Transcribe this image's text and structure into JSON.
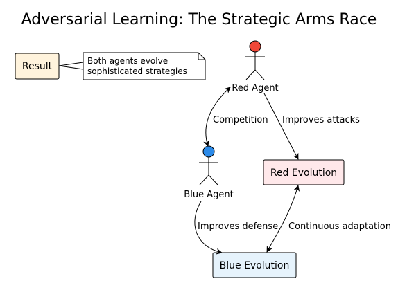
{
  "title": "Adversarial Learning: The Strategic Arms Race",
  "actors": {
    "red": {
      "label": "Red Agent",
      "color": "#F04838"
    },
    "blue": {
      "label": "Blue Agent",
      "color": "#2B8AE8"
    }
  },
  "boxes": {
    "red_evolution": {
      "label": "Red Evolution",
      "fill": "#FFE8EA"
    },
    "blue_evolution": {
      "label": "Blue Evolution",
      "fill": "#E6F3FC"
    },
    "result": {
      "label": "Result",
      "fill": "#FFF3DC"
    }
  },
  "note": {
    "lines": [
      "Both agents evolve",
      "sophisticated strategies"
    ],
    "fill": "#FFFFFF"
  },
  "edges": {
    "competition": "Competition",
    "improves_attacks": "Improves attacks",
    "improves_defense": "Improves defense",
    "continuous_adaptation": "Continuous adaptation"
  }
}
